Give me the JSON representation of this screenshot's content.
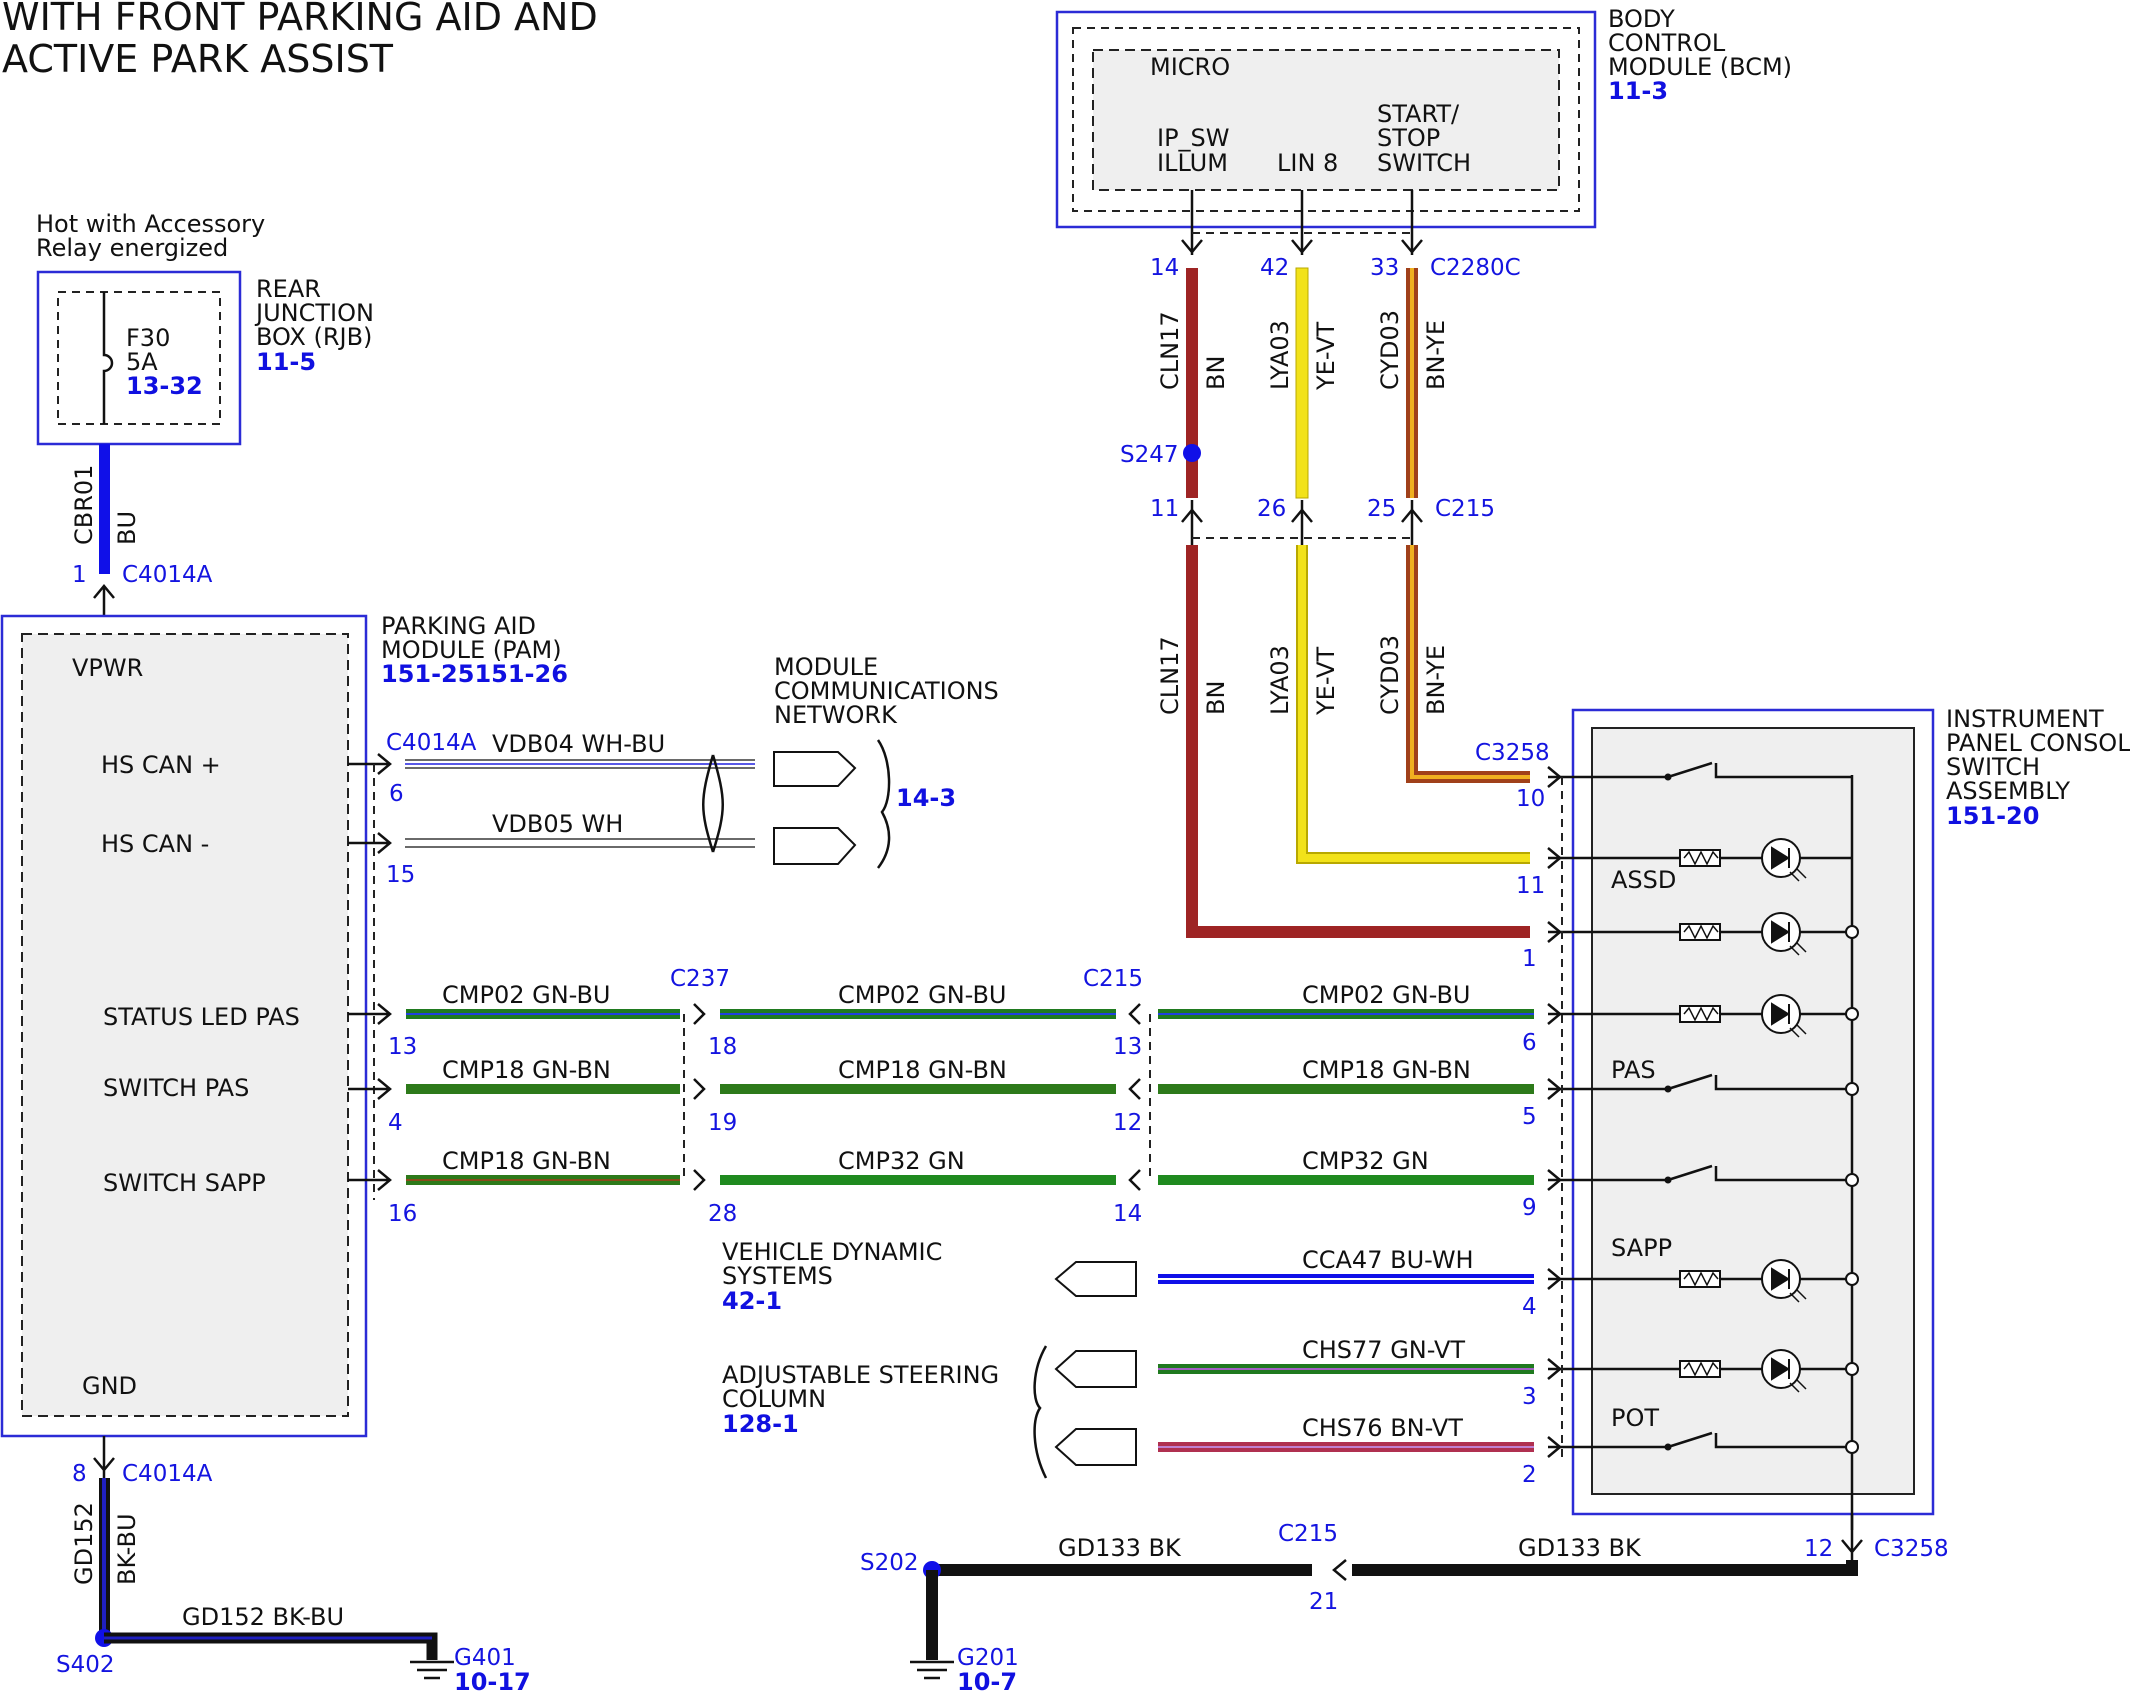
{
  "title": {
    "line1": "WITH FRONT PARKING AID AND",
    "line2": "ACTIVE PARK ASSIST"
  },
  "rjb": {
    "note1": "Hot with Accessory",
    "note2": "Relay energized",
    "fuse": "F30",
    "amps": "5A",
    "fuse_ref": "13-32",
    "name1": "REAR",
    "name2": "JUNCTION",
    "name3": "BOX (RJB)",
    "ref": "11-5"
  },
  "bcm": {
    "name1": "BODY",
    "name2": "CONTROL",
    "name3": "MODULE (BCM)",
    "ref": "11-3",
    "micro": "MICRO",
    "pin1a": "IP_SW",
    "pin1b": "ILLUM",
    "pin2": "LIN 8",
    "pin3a": "START/",
    "pin3b": "STOP",
    "pin3c": "SWITCH"
  },
  "pam": {
    "name1": "PARKING AID",
    "name2": "MODULE (PAM)",
    "ref": "151-25151-26",
    "vpwr": "VPWR",
    "hscanp": "HS CAN +",
    "hscanm": "HS CAN -",
    "status": "STATUS LED PAS",
    "switch_pas": "SWITCH PAS",
    "switch_sapp": "SWITCH SAPP",
    "gnd": "GND"
  },
  "mcn": {
    "name1": "MODULE",
    "name2": "COMMUNICATIONS",
    "name3": "NETWORK",
    "ref": "14-3"
  },
  "ipc": {
    "name1": "INSTRUMENT",
    "name2": "PANEL CONSOLE",
    "name3": "SWITCH",
    "name4": "ASSEMBLY",
    "ref": "151-20",
    "assd": "ASSD",
    "pas": "PAS",
    "sapp": "SAPP",
    "pot": "POT"
  },
  "vds": {
    "name1": "VEHICLE DYNAMIC",
    "name2": "SYSTEMS",
    "ref": "42-1"
  },
  "asc": {
    "name1": "ADJUSTABLE STEERING",
    "name2": "COLUMN",
    "ref": "128-1"
  },
  "connectors": {
    "c2280c": "C2280C",
    "c215": "C215",
    "c3258": "C3258",
    "c4014a": "C4014A",
    "c237": "C237",
    "s247": "S247",
    "s402": "S402",
    "s202": "S202",
    "g401": "G401",
    "g401_ref": "10-17",
    "g201": "G201",
    "g201_ref": "10-7"
  },
  "pins": {
    "p14": "14",
    "p42": "42",
    "p33": "33",
    "p11": "11",
    "p26": "26",
    "p25": "25",
    "p1": "1",
    "p6": "6",
    "p15": "15",
    "p13": "13",
    "p4": "4",
    "p16": "16",
    "p18": "18",
    "p19": "19",
    "p28": "28",
    "p13b": "13",
    "p12": "12",
    "p14b": "14",
    "p10": "10",
    "p11b": "11",
    "p1b": "1",
    "p6b": "6",
    "p5": "5",
    "p9": "9",
    "p4b": "4",
    "p3": "3",
    "p2": "2",
    "p8": "8",
    "p12b": "12",
    "p21": "21"
  },
  "wires": {
    "cln17": "CLN17",
    "bn": "BN",
    "lya03": "LYA03",
    "yevt": "YE-VT",
    "cyd03": "CYD03",
    "bnye": "BN-YE",
    "cbr01": "CBR01",
    "bu": "BU",
    "vdb04": "VDB04   WH-BU",
    "vdb05": "VDB05   WH",
    "cmp02": "CMP02   GN-BU",
    "cmp18": "CMP18   GN-BN",
    "cmp32": "CMP32   GN",
    "cca47": "CCA47   BU-WH",
    "chs77": "CHS77   GN-VT",
    "chs76": "CHS76   BN-VT",
    "gd152": "GD152",
    "bkbu": "BK-BU",
    "gd152h": "GD152   BK-BU",
    "gd133": "GD133   BK"
  },
  "colors": {
    "brown": "#a52a2a",
    "yellow": "#f2e21a",
    "orange": "#c86a12",
    "blue": "#1010e8",
    "green": "#1f7a1f",
    "purple_red": "#b03050",
    "black": "#111111",
    "label_blue": "#1414e0"
  }
}
